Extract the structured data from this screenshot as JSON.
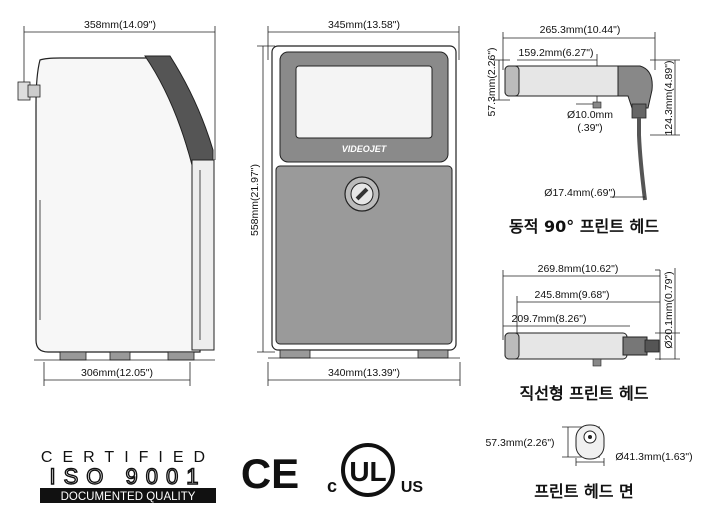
{
  "side_view": {
    "width_top": "358mm(14.09\")",
    "width_bottom": "306mm(12.05\")"
  },
  "front_view": {
    "width_top": "345mm(13.58\")",
    "width_bottom": "340mm(13.39\")",
    "height": "558mm(21.97\")",
    "brand": "VIDEOJET"
  },
  "head_90": {
    "title": "동적 90° 프린트 헤드",
    "total_length": "265.3mm(10.44\")",
    "inner_length": "159.2mm(6.27\")",
    "body_height": "57.3mm(2.26\")",
    "total_height": "124.3mm(4.89\")",
    "nozzle_dia_1": "Ø10.0mm",
    "nozzle_dia_2": "(.39\")",
    "cable_dia": "Ø17.4mm(.69\")"
  },
  "head_straight": {
    "title": "직선형 프린트 헤드",
    "len1": "269.8mm(10.62\")",
    "len2": "245.8mm(9.68\")",
    "len3": "209.7mm(8.26\")",
    "dia": "Ø20.1mm(0.79\")"
  },
  "head_face": {
    "title": "프린트 헤드 면",
    "height": "57.3mm(2.26\")",
    "dia": "Ø41.3mm(1.63\")"
  },
  "certs": {
    "certified": "CERTIFIED",
    "iso": "ISO 9001",
    "documented": "DOCUMENTED QUALITY",
    "ce": "CE",
    "ul_c": "c",
    "ul_mark": "UL",
    "ul_us": "US"
  }
}
